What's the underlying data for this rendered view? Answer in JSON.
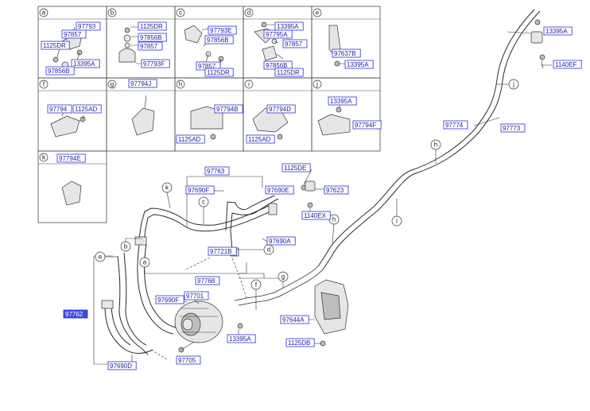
{
  "detail_grid": {
    "cells": [
      {
        "letter": "a",
        "parts": [
          "97793",
          "97857",
          "1125DR",
          "13395A",
          "97856B"
        ]
      },
      {
        "letter": "b",
        "parts": [
          "1125DR",
          "97856B",
          "97857",
          "97793F"
        ]
      },
      {
        "letter": "c",
        "parts": [
          "97793E",
          "97856B",
          "97857",
          "1125DR"
        ]
      },
      {
        "letter": "d",
        "parts": [
          "13395A",
          "97795A",
          "97857",
          "97856B",
          "1125DR"
        ]
      },
      {
        "letter": "e",
        "parts": [
          "97637B",
          "13395A"
        ]
      },
      {
        "letter": "f",
        "parts": [
          "97794",
          "1125AD"
        ]
      },
      {
        "letter": "g",
        "parts": [
          "97794J"
        ]
      },
      {
        "letter": "h",
        "parts": [
          "97794B",
          "1125AD"
        ]
      },
      {
        "letter": "i",
        "parts": [
          "97794D",
          "1125AD"
        ]
      },
      {
        "letter": "j",
        "parts": [
          "13395A",
          "97794F"
        ]
      },
      {
        "letter": "k",
        "parts": [
          "97794E"
        ]
      }
    ]
  },
  "main": {
    "callouts": [
      "j",
      "h",
      "i",
      "k",
      "c",
      "b",
      "e",
      "a",
      "d",
      "f",
      "g"
    ],
    "parts": {
      "p13395A_top": "13395A",
      "p1140EF": "1140EF",
      "p97774": "97774",
      "p97773": "97773",
      "p97763": "97763",
      "p1125DE": "1125DE",
      "p97690F_top": "97690F",
      "p97690E": "97690E",
      "p97623": "97623",
      "p1140EX": "1140EX",
      "p97690A": "97690A",
      "p97721B": "97721B",
      "p97768": "97768",
      "p97690F_bot": "97690F",
      "p97701": "97701",
      "p97762": "97762",
      "p97644A": "97644A",
      "p13395A_bot": "13395A",
      "p1125DB": "1125DB",
      "p97690D": "97690D",
      "p97705": "97705"
    },
    "selected_part": "97762"
  },
  "colors": {
    "part_label_border": "#2d2dd8",
    "part_label_text": "#1e1e9c",
    "selected_fill": "#3c46e0",
    "line": "#2b2b2b"
  }
}
